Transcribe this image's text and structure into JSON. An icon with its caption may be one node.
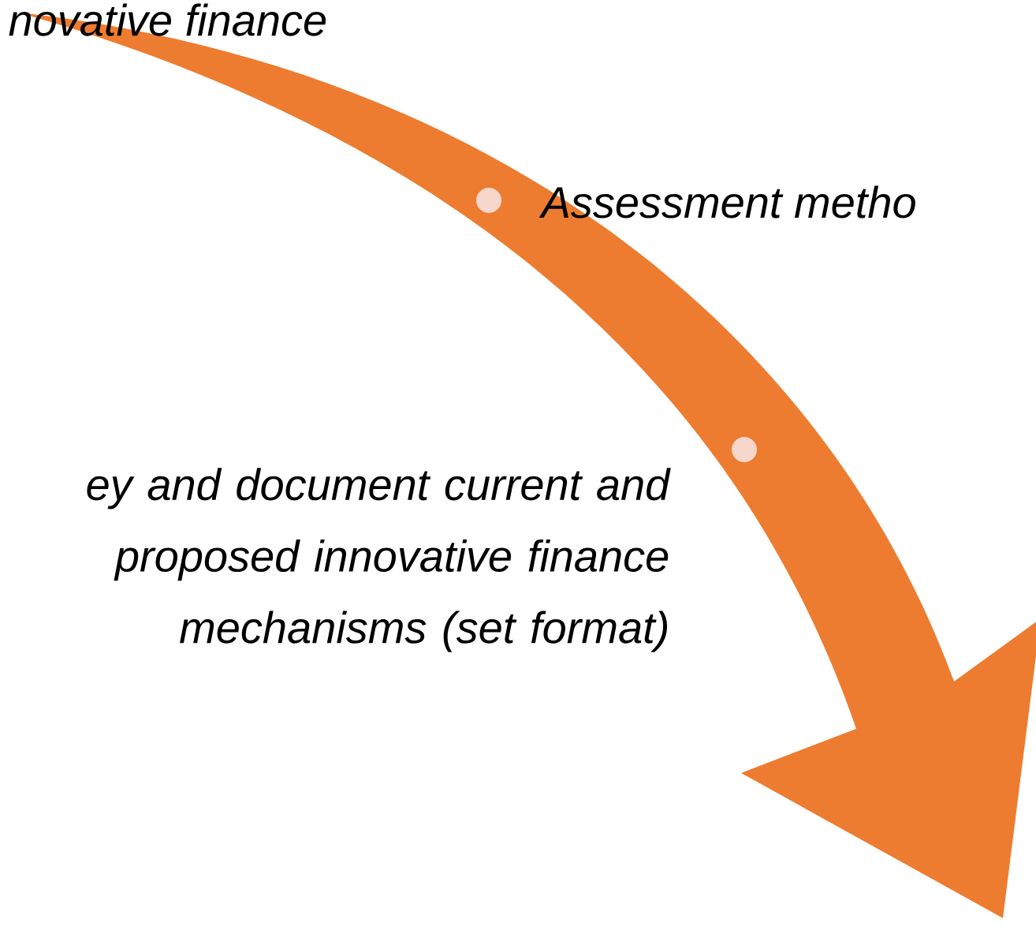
{
  "diagram": {
    "labels": [
      "novative finance",
      "Assessment metho",
      "ey and document current and proposed innovative finance mechanisms (set format)"
    ]
  }
}
